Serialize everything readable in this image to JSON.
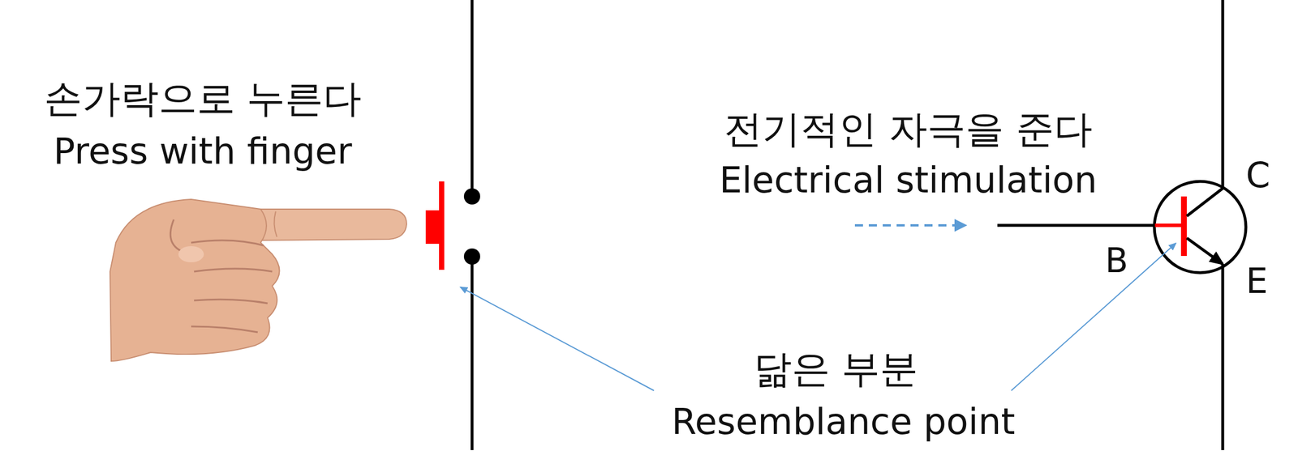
{
  "diagram": {
    "labels": [
      "손가락으로 누른다",
      "Press with finger",
      "전기적인 자극을 준다",
      "Electrical stimulation",
      "C",
      "B",
      "E",
      "닮은 부분",
      "Resemblance point"
    ]
  }
}
